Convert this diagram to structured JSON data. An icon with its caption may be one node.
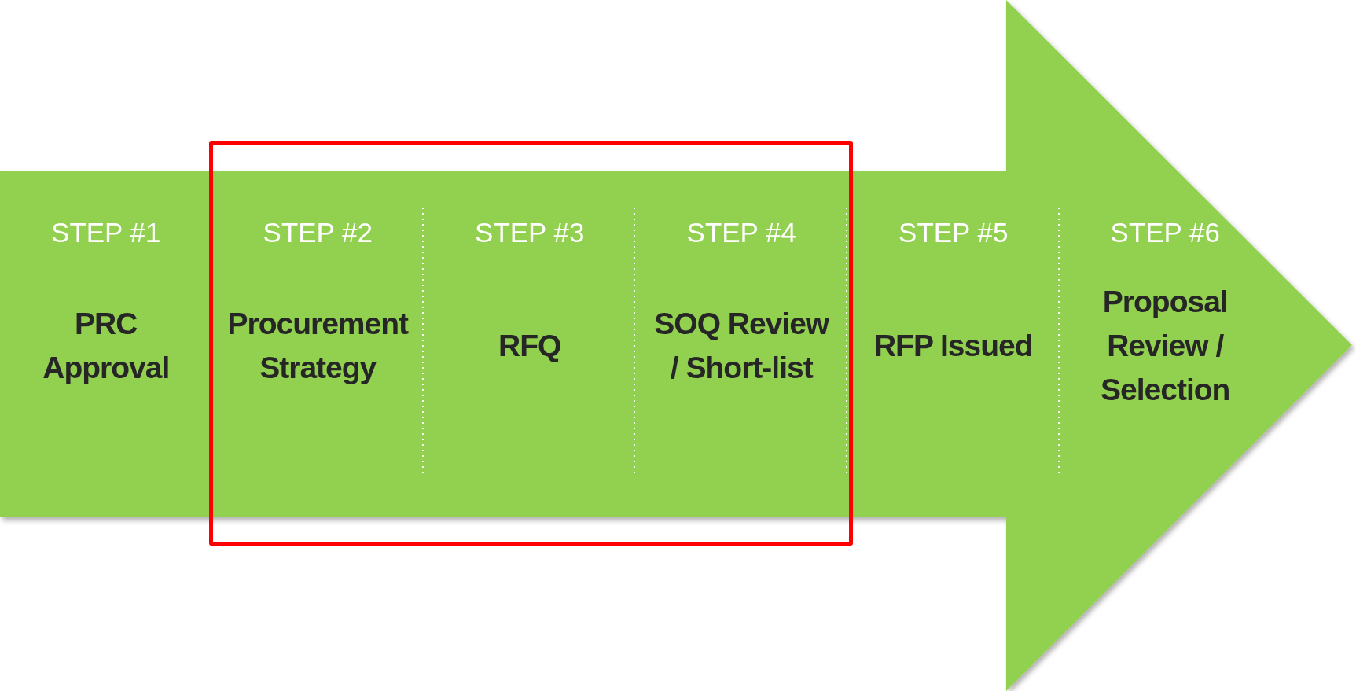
{
  "diagram": {
    "nodes": [
      {
        "text": [
          "STEP #1",
          "PRC Approval"
        ]
      },
      {
        "text": [],
        "shape": "box"
      },
      {
        "text": [
          "STEP #2",
          "Procurement Strategy"
        ],
        "in": 1
      },
      {
        "text": [
          "STEP #3",
          "RFQ"
        ],
        "in": 1
      },
      {
        "text": [
          "STEP #4",
          "SOQ Review / Short-list"
        ],
        "in": 1
      },
      {
        "text": [
          "STEP #5",
          "RFP Issued"
        ]
      },
      {
        "text": [
          "STEP #6",
          "Proposal Review / Selection"
        ]
      }
    ],
    "edges": []
  }
}
